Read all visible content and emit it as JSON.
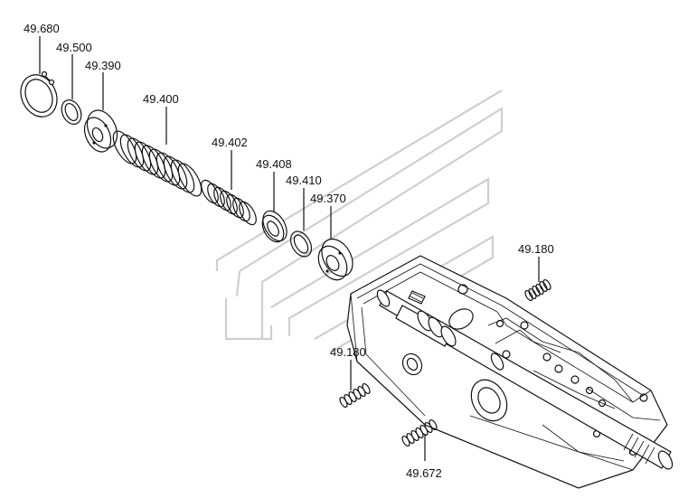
{
  "labels": {
    "p49680": "49.680",
    "p49500": "49.500",
    "p49390": "49.390",
    "p49400": "49.400",
    "p49402": "49.402",
    "p49408": "49.408",
    "p49410": "49.410",
    "p49370": "49.370",
    "p49180a": "49.180",
    "p49180b": "49.180",
    "p49672": "49.672"
  }
}
